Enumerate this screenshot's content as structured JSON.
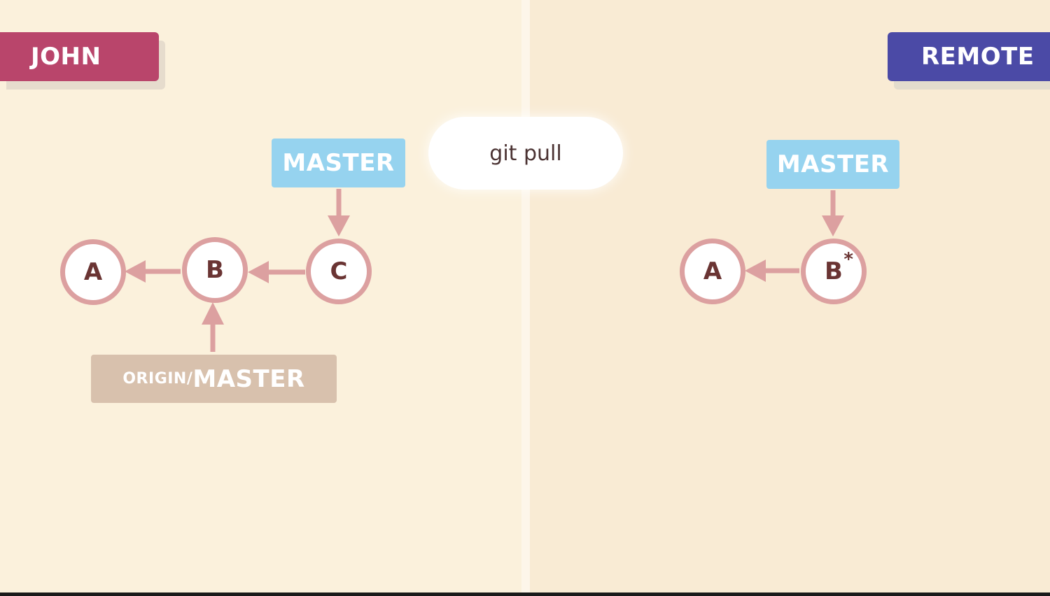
{
  "labels": {
    "john": "JOHN",
    "remote": "REMOTE",
    "command": "git pull",
    "master_local": "MASTER",
    "master_remote": "MASTER",
    "origin_prefix": "ORIGIN/",
    "origin_branch": "MASTER"
  },
  "local_commits": [
    "A",
    "B",
    "C"
  ],
  "remote_commits": [
    "A",
    "B"
  ],
  "remote_marker": "*",
  "colors": {
    "john": "#b9456b",
    "remote": "#4b4aa6",
    "branch": "#96d3ef",
    "origin": "#d8c1ad",
    "commit_ring": "#dca0a0",
    "arrow": "#dca0a0"
  }
}
